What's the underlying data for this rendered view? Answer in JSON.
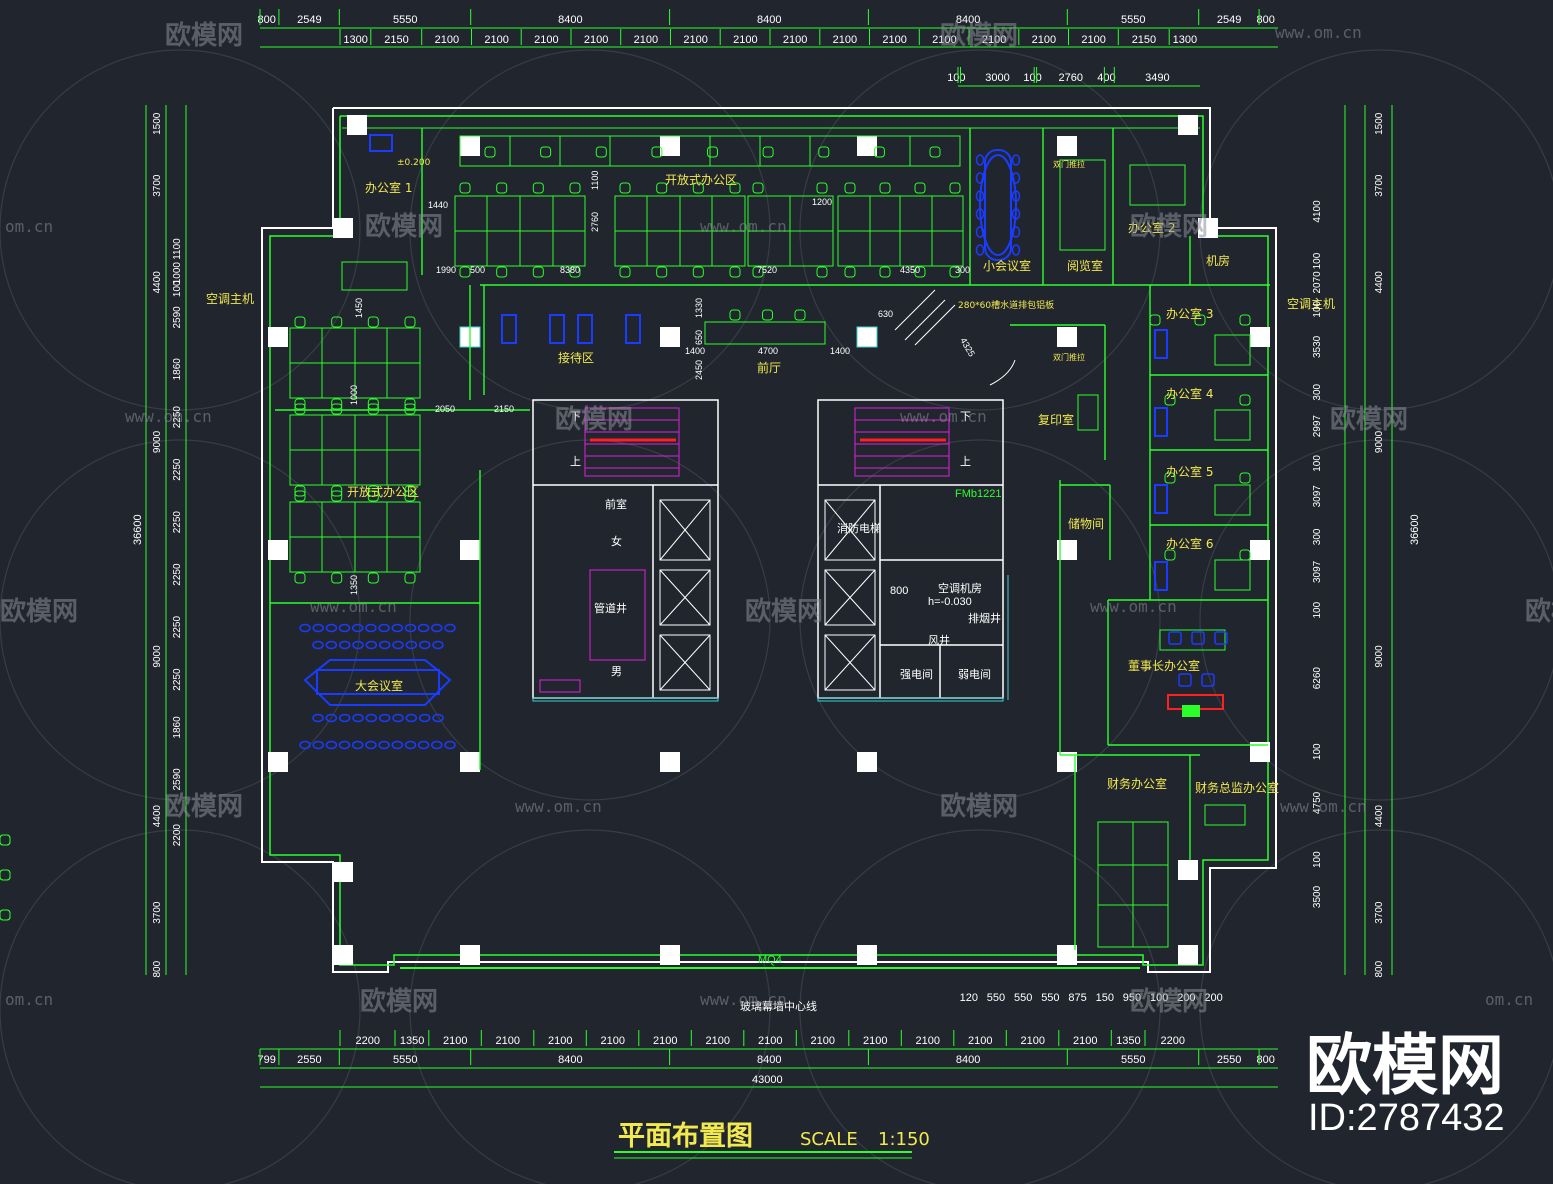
{
  "drawing": {
    "title": "平面布置图",
    "scale_label": "SCALE",
    "scale_value": "1:150",
    "brand_name": "欧模网",
    "brand_id": "ID:2787432"
  },
  "watermark": {
    "brand": "欧模网",
    "url": "www.om.cn",
    "url_short": "om.cn"
  },
  "dimensions": {
    "top_row1": [
      "800",
      "2549",
      "5550",
      "8400",
      "8400",
      "8400",
      "5550",
      "2549",
      "800"
    ],
    "top_row2": [
      "1300",
      "2150",
      "2100",
      "2100",
      "2100",
      "2100",
      "2100",
      "2100",
      "2100",
      "2100",
      "2100",
      "2100",
      "2100",
      "2100",
      "2100",
      "2100",
      "2150",
      "1300"
    ],
    "top_row3": [
      "100",
      "3000",
      "100",
      "2760",
      "400",
      "3490"
    ],
    "bottom_row1": [
      "2200",
      "1350",
      "2100",
      "2100",
      "2100",
      "2100",
      "2100",
      "2100",
      "2100",
      "2100",
      "2100",
      "2100",
      "2100",
      "2100",
      "2100",
      "1350",
      "2200"
    ],
    "bottom_row2": [
      "799",
      "2550",
      "5550",
      "8400",
      "8400",
      "8400",
      "5550",
      "2550",
      "800"
    ],
    "bottom_total": "43000",
    "left_outer": [
      "1500",
      "3700",
      "4400",
      "9000",
      "9000",
      "4400",
      "3700",
      "800"
    ],
    "left_inner": [
      "1100",
      "1000",
      "100",
      "2590",
      "1860",
      "2250",
      "2250",
      "2250",
      "2250",
      "2250",
      "2250",
      "1860",
      "2590",
      "2200"
    ],
    "left_total": "36600",
    "right_outer": [
      "1500",
      "3700",
      "4400",
      "9000",
      "9000",
      "4400",
      "3700",
      "800"
    ],
    "right_inner": [
      "4100",
      "100",
      "2070",
      "100",
      "3530",
      "300",
      "2997",
      "100",
      "3097",
      "300",
      "3097",
      "100",
      "6260",
      "100",
      "4750",
      "100",
      "3500"
    ],
    "right_total": "36600",
    "bottom_small": [
      "120",
      "550",
      "550",
      "550",
      "875",
      "150",
      "950",
      "100",
      "200",
      "200"
    ]
  },
  "rooms": {
    "office1": "办公室 1",
    "open_office_top": "开放式办公区",
    "open_office_left": "开放式办公区",
    "small_meeting": "小会议室",
    "reading": "阅览室",
    "office2": "办公室 2",
    "server": "机房",
    "ac_left": "空调主机",
    "ac_right": "空调主机",
    "reception": "接待区",
    "lobby": "前厅",
    "copy": "复印室",
    "office3": "办公室 3",
    "office4": "办公室 4",
    "office5": "办公室 5",
    "office6": "办公室 6",
    "storage": "储物间",
    "chairman": "董事长办公室",
    "finance": "财务办公室",
    "finance_director": "财务总监办公室",
    "big_meeting": "大会议室",
    "front_room": "前室",
    "female": "女",
    "male": "男",
    "pipe_well": "管道井",
    "fire_elevator": "消防电梯",
    "ac_machine": "空调机房",
    "ac_level": "h=-0.030",
    "smoke": "排烟井",
    "wind": "风井",
    "strong_elec": "强电间",
    "weak_elec": "弱电间",
    "up1": "上",
    "down1": "下",
    "up2": "上",
    "down2": "下",
    "door_code": "FMb1221",
    "ramp_note": "280*60槽水道排包铝板",
    "glass_note": "玻璃幕墙中心线",
    "mq": "MQ4",
    "dn1": "双门推拉",
    "dn2": "双门推拉",
    "plus": "±0.200",
    "h800": "800"
  },
  "inline_dims": {
    "d1440": "1440",
    "d1200": "1200",
    "d1100": "1100",
    "d2760": "2760",
    "d1990": "1990",
    "d500": "500",
    "d8380": "8380",
    "d7520": "7520",
    "d4350": "4350",
    "d300": "300",
    "d1450": "1450",
    "d2050": "2050",
    "d2150": "2150",
    "d1000": "1000",
    "d1350": "1350",
    "d4700": "4700",
    "d1400a": "1400",
    "d1400b": "1400",
    "d1330": "1330",
    "d650": "650",
    "d2450": "2450",
    "d630": "630",
    "d4325": "4325"
  },
  "colors": {
    "background": "#21262e",
    "wall_green": "#2bff2b",
    "wall_white": "#ffffff",
    "text_yellow": "#f2e94e",
    "furniture_blue": "#1a3cff",
    "stair_magenta": "#e020e0",
    "dim_green": "#2bff2b",
    "accent_red": "#ff2020",
    "cyan": "#3fd0d0"
  }
}
